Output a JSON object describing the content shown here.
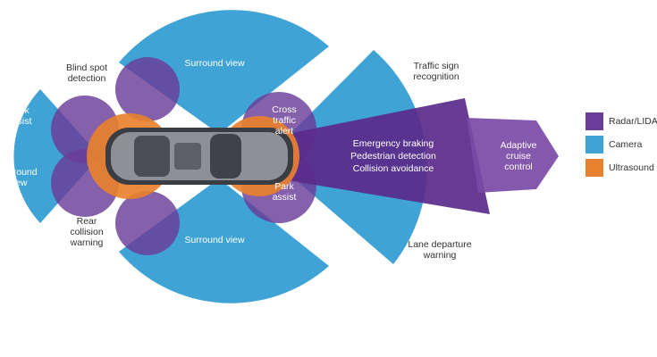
{
  "labels": {
    "surround_top": "Surround view",
    "surround_bottom": "Surround view",
    "surround_left": "Surround view",
    "park_assist_left": "Park assist",
    "park_assist_right": "Park assist",
    "blind_spot": "Blind spot detection",
    "rear_collision": "Rear collision warning",
    "cross_traffic": "Cross traffic alert",
    "traffic_sign": "Traffic sign recognition",
    "lane_departure": "Lane departure warning",
    "emergency_braking": "Emergency braking",
    "pedestrian_detection": "Pedestrian detection",
    "collision_avoidance": "Collision avoidance",
    "adaptive_cruise": "Adaptive cruise control"
  },
  "legend": [
    {
      "label": "Radar/LIDAR",
      "color": "#6a3d98"
    },
    {
      "label": "Camera",
      "color": "#3fa3d6"
    },
    {
      "label": "Ultrasound",
      "color": "#e8812e"
    }
  ]
}
